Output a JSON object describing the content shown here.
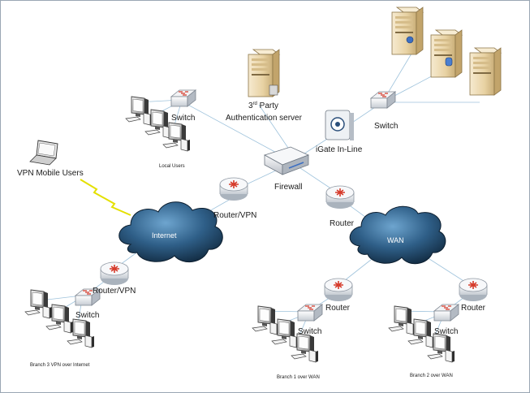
{
  "labels": {
    "third_party_sup": "rd",
    "third_party_pre": "3",
    "third_party_post": " Party",
    "auth_server": "Authentication server",
    "switch_local": "Switch",
    "local_users": "Local Users",
    "switch_server": "Switch",
    "igate": "iGate In-Line",
    "vpn_mobile": "VPN Mobile Users",
    "firewall": "Firewall",
    "router_vpn_top": "Router/VPN",
    "router_main": "Router",
    "internet": "Internet",
    "wan": "WAN",
    "router_vpn_branch3": "Router/VPN",
    "switch_branch3": "Switch",
    "branch3_caption": "Branch 3 VPN over Internet",
    "router_branch1": "Router",
    "switch_branch1": "Switch",
    "branch1_caption": "Branch 1 over WAN",
    "router_branch2": "Router",
    "switch_branch2": "Switch",
    "branch2_caption": "Branch 2 over  WAN"
  },
  "icons": {
    "server": "server-icon",
    "switch": "switch-icon",
    "router": "router-icon",
    "firewall": "firewall-icon",
    "cloud": "cloud-icon",
    "computer": "computer-icon",
    "laptop": "laptop-icon",
    "igate": "igate-appliance-icon",
    "wireless": "lightning-link-icon"
  },
  "colors": {
    "link": "#9fc3dc",
    "cloud_dark": "#1c3d5c",
    "cloud_light": "#5f95bf",
    "router_body": "#d9dde2",
    "router_arrow": "#d63a2a",
    "server_body": "#efdcb4",
    "wireless": "#e4e000"
  }
}
